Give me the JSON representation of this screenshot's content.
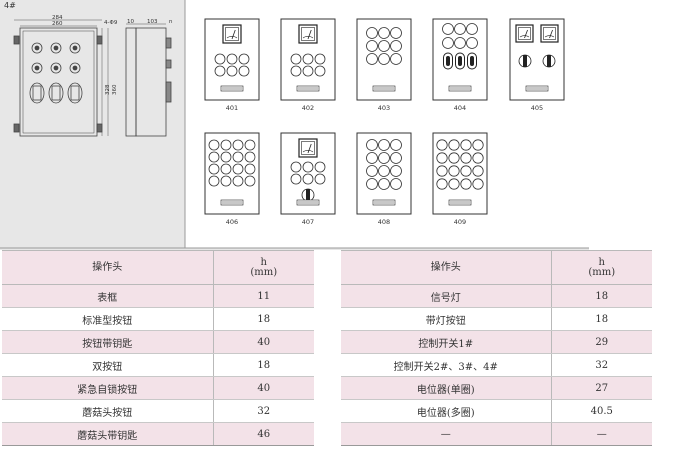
{
  "drawing": {
    "section_label": "4#",
    "dims": {
      "w_outer": "284",
      "w_inner": "260",
      "gap": "4-Φ9",
      "depth_a": "10",
      "depth_b": "103",
      "small": "n",
      "h_inner": "328",
      "h_outer": "360"
    }
  },
  "panels": [
    {
      "label": "401",
      "type": "meter_3x3"
    },
    {
      "label": "402",
      "type": "meter_3x3"
    },
    {
      "label": "403",
      "type": "buttons_3x3"
    },
    {
      "label": "404",
      "type": "buttons_mix"
    },
    {
      "label": "405",
      "type": "double_meter_switch"
    },
    {
      "label": "406",
      "type": "buttons_4x3"
    },
    {
      "label": "407",
      "type": "meter_switch"
    },
    {
      "label": "408",
      "type": "buttons_3x4"
    },
    {
      "label": "409",
      "type": "buttons_4x4"
    }
  ],
  "table_left": {
    "header": {
      "col1": "操作头",
      "col2_line1": "h",
      "col2_line2": "(mm)"
    },
    "rows": [
      {
        "name": "表框",
        "h": "11"
      },
      {
        "name": "标准型按钮",
        "h": "18"
      },
      {
        "name": "按钮带钥匙",
        "h": "40"
      },
      {
        "name": "双按钮",
        "h": "18"
      },
      {
        "name": "紧急自锁按钮",
        "h": "40"
      },
      {
        "name": "蘑菇头按钮",
        "h": "32"
      },
      {
        "name": "蘑菇头带钥匙",
        "h": "46"
      }
    ]
  },
  "table_right": {
    "header": {
      "col1": "操作头",
      "col2_line1": "h",
      "col2_line2": "(mm)"
    },
    "rows": [
      {
        "name": "信号灯",
        "h": "18"
      },
      {
        "name": "带灯按钮",
        "h": "18"
      },
      {
        "name": "控制开关1#",
        "h": "29"
      },
      {
        "name": "控制开关2#、3#、4#",
        "h": "32"
      },
      {
        "name": "电位器(单圈)",
        "h": "27"
      },
      {
        "name": "电位器(多圈)",
        "h": "40.5"
      },
      {
        "name": "—",
        "h": "—"
      }
    ]
  }
}
